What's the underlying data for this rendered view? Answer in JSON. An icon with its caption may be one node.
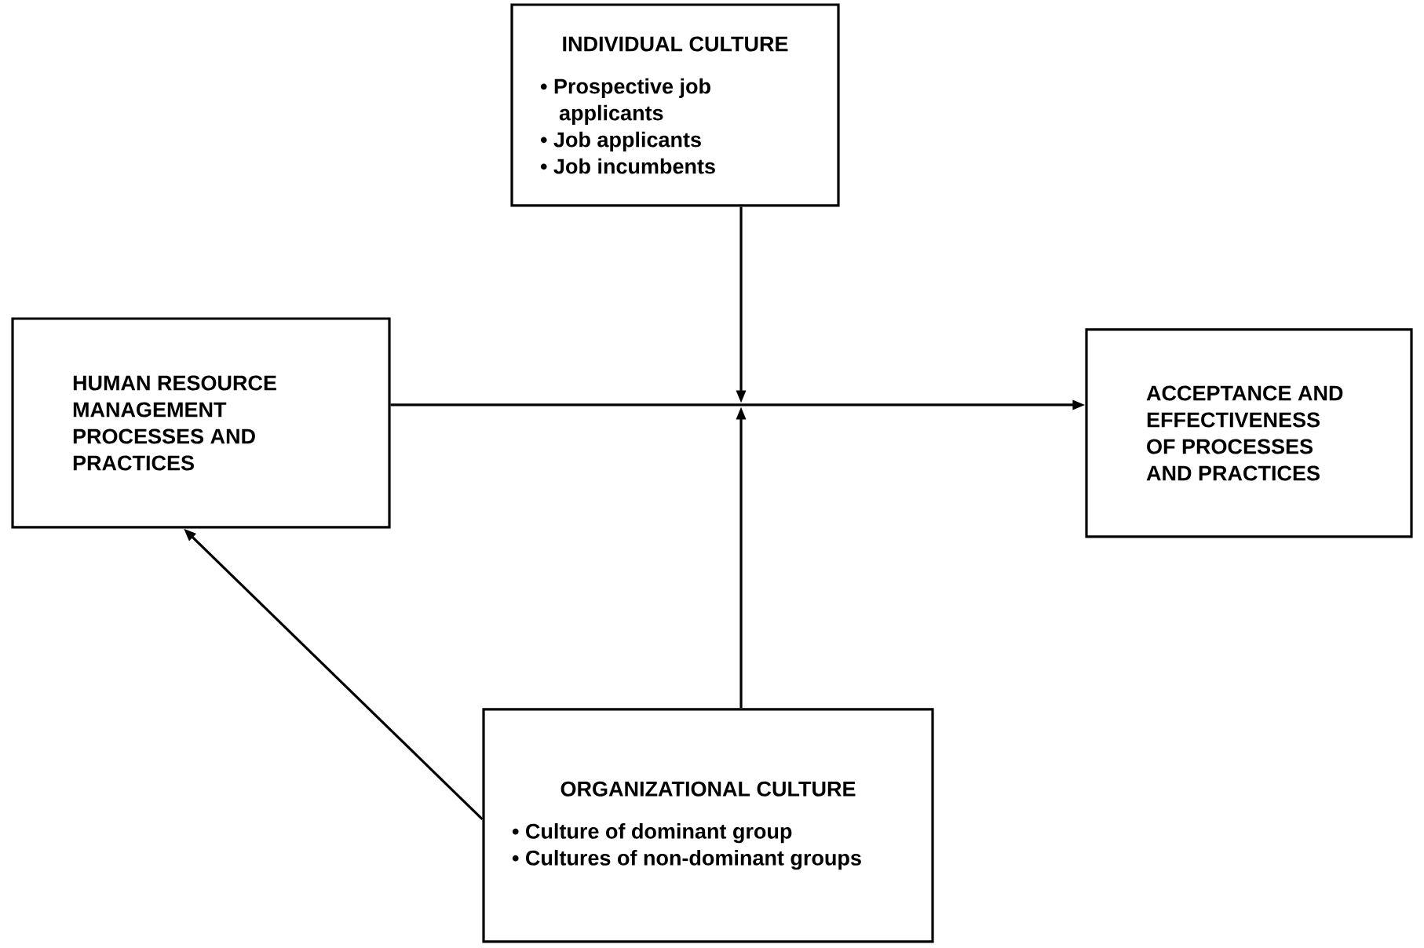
{
  "diagram": {
    "nodes": [
      {
        "text": [
          "INDIVIDUAL CULTURE",
          "• Prospective job applicants",
          "• Job applicants",
          "• Job incumbents"
        ]
      },
      {
        "text": [
          "HUMAN RESOURCE MANAGEMENT PROCESSES AND PRACTICES"
        ]
      },
      {
        "text": [
          "ACCEPTANCE AND EFFECTIVENESS OF PROCESSES AND PRACTICES"
        ]
      },
      {
        "text": [
          "ORGANIZATIONAL CULTURE",
          "• Culture of dominant group",
          "• Cultures of non-dominant groups"
        ]
      }
    ],
    "edges": [
      {
        "from": 1,
        "to": 2,
        "arrow": "to"
      },
      {
        "from": 0,
        "to": null,
        "arrow": "to"
      },
      {
        "from": 3,
        "to": null,
        "arrow": "to"
      },
      {
        "from": 3,
        "to": 1,
        "arrow": "to"
      }
    ]
  }
}
